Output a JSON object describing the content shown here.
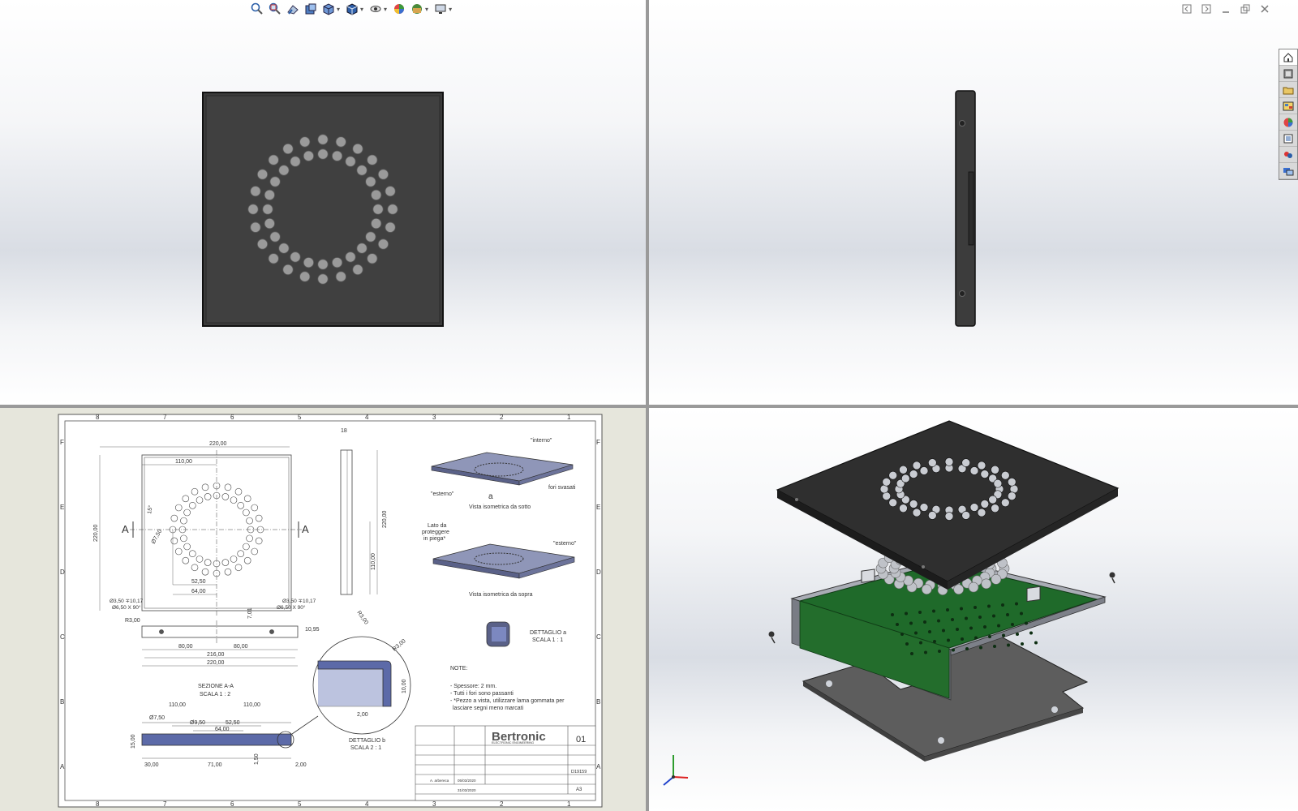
{
  "toolbar": {
    "icons": [
      "zoom-to-fit-icon",
      "zoom-area-icon",
      "previous-view-icon",
      "section-view-icon",
      "view-orientation-icon",
      "display-style-icon",
      "hide-show-icon",
      "edit-appearance-icon",
      "apply-scene-icon",
      "view-settings-icon"
    ]
  },
  "window_controls": [
    "tile-left-icon",
    "tile-right-icon",
    "minimize-icon",
    "restore-icon",
    "close-icon"
  ],
  "task_pane": [
    "home-icon",
    "design-library-icon",
    "file-explorer-icon",
    "view-palette-icon",
    "appearances-icon",
    "custom-properties-icon",
    "solidworks-forum-icon",
    "3dexperience-icon"
  ],
  "drawing": {
    "zones_cols": [
      "8",
      "7",
      "6",
      "5",
      "4",
      "3",
      "2",
      "1"
    ],
    "zones_rows": [
      "F",
      "E",
      "D",
      "C",
      "B",
      "A"
    ],
    "front": {
      "dim_width": "220,00",
      "dim_half": "110,00",
      "dim_height": "220,00",
      "angle": "15°",
      "dia_small": "Ø7,50",
      "dim_52": "52,50",
      "dim_64": "64,00",
      "section_a_left": "A",
      "section_a_right": "A",
      "hole_left_1": "Ø3,50 ∓10,17",
      "hole_left_2": "Ø6,50 X 90°",
      "hole_right_1": "Ø3,50 ∓10,17",
      "hole_right_2": "Ø6,50 X 90°"
    },
    "side": {
      "dim_top": "18",
      "dim_h": "220,00",
      "dim_half": "110,00",
      "dim_r": "R3,00"
    },
    "bottom": {
      "dim_r": "R3,00",
      "dim_7": "7,01",
      "dim_10": "10,95",
      "dim_80a": "80,00",
      "dim_80b": "80,00",
      "dim_216": "216,00",
      "dim_220": "220,00"
    },
    "section": {
      "title": "SEZIONE A-A",
      "scale": "SCALA 1 : 2",
      "dim_110a": "110,00",
      "dim_110b": "110,00",
      "dia_a": "Ø7,50",
      "dia_b": "Ø9,50",
      "dim_52": "52,50",
      "dim_64": "64,00",
      "dim_15": "15,00",
      "dim_30": "30,00",
      "dim_71": "71,00",
      "dim_150": "1,50",
      "dim_2": "2,00"
    },
    "detail_b": {
      "title": "DETTAGLIO b",
      "scale": "SCALA 2 : 1",
      "dim_r": "R3,00",
      "dim_10": "10,00",
      "dim_2": "2,00"
    },
    "iso_bottom": {
      "interno": "\"interno\"",
      "esterno": "\"esterno\"",
      "fori": "fori svasati",
      "letter": "a",
      "caption": "Vista isometrica da sotto"
    },
    "iso_top": {
      "lato1": "Lato da",
      "lato2": "proteggere",
      "lato3": "in piega*",
      "esterno": "\"esterno\"",
      "caption": "Vista isometrica da sopra"
    },
    "detail_a": {
      "title": "DETTAGLIO a",
      "scale": "SCALA 1 : 1"
    },
    "notes": {
      "title": "NOTE:",
      "lines": [
        "- Spessore: 2 mm.",
        "- Tutti i fori sono passanti",
        "- *Pezzo a vista, utilizzare lama gommata per",
        "  lasciare segni meno marcati"
      ]
    },
    "title_block": {
      "brand": "Bertronic",
      "tagline": "ELECTRONIC ENGINEERING",
      "sheet": "01",
      "code": "D19159",
      "format": "A3",
      "date1": "05/03/2020",
      "date2": "31/03/2020",
      "name": "A. arbereca"
    }
  }
}
